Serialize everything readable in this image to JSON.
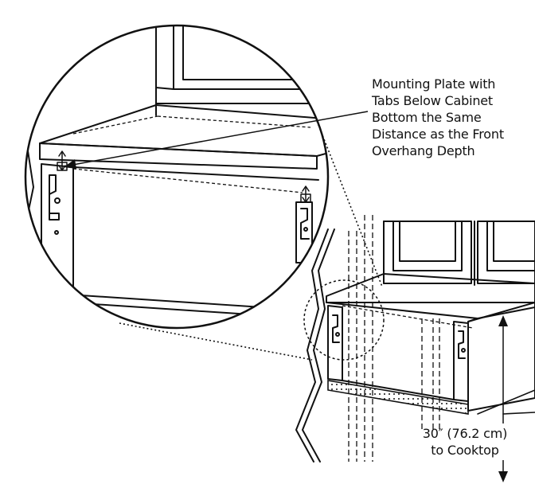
{
  "callouts": {
    "mounting_plate": [
      "Mounting Plate with",
      "Tabs Below Cabinet",
      "Bottom the Same",
      "Distance as the Front",
      "Overhang Depth"
    ],
    "dimension": [
      "30″ (76.2 cm)",
      "to Cooktop"
    ]
  },
  "colors": {
    "ink": "#111111",
    "background": "#ffffff"
  }
}
